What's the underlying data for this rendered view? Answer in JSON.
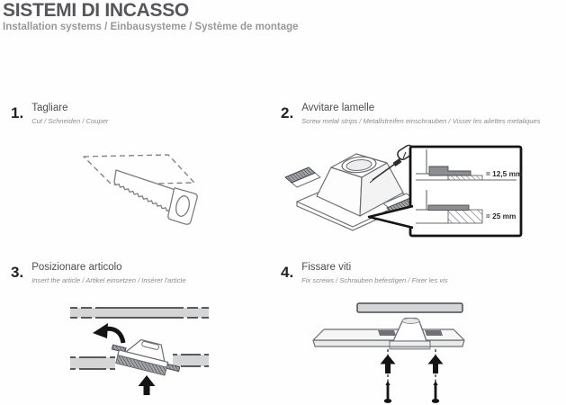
{
  "header": {
    "title": "SISTEMI DI INCASSO",
    "subtitle": "Installation systems / Einbausysteme / Système de montage"
  },
  "steps": [
    {
      "number": "1.",
      "title": "Tagliare",
      "subtitle": "Cut / Schneiden / Couper"
    },
    {
      "number": "2.",
      "title": "Avvitare lamelle",
      "subtitle": "Screw metal strips / Metallstreifen einschrauben / Visser les ailettes metaliques"
    },
    {
      "number": "3.",
      "title": "Posizionare articolo",
      "subtitle": "Insert the article / Artikel einsetzen / Insérer l'article"
    },
    {
      "number": "4.",
      "title": "Fissare viti",
      "subtitle": "Fix screws / Schrauben befestigen / Fixer les vis"
    }
  ],
  "callout": {
    "measure_1": "= 12,5 mm",
    "measure_2": "= 25 mm"
  },
  "colors": {
    "heading": "#56575a",
    "subheading": "#97999c",
    "step_number": "#222228",
    "step_title": "#4c4d50",
    "step_subtitle": "#8a8b8e",
    "line_art": "#6b6d70",
    "panel_fill": "#d4d5d6",
    "dark_fill": "#8c8e91",
    "arrow_black": "#141414"
  }
}
